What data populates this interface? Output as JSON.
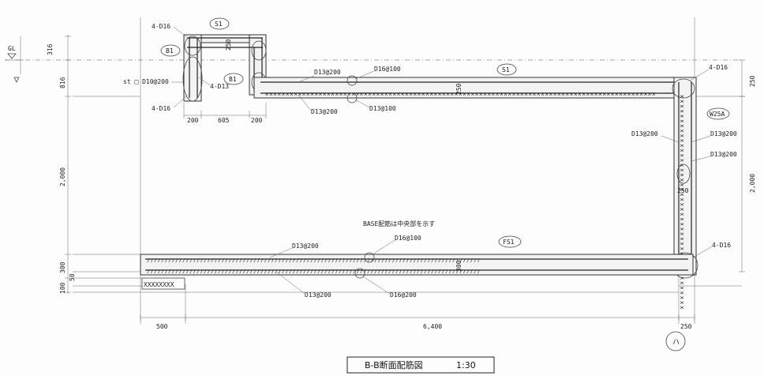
{
  "title": "B-B断面配筋図",
  "scale": "1:30",
  "note": "BASE配筋は中央部を示す",
  "gl_label": "GL",
  "marks": {
    "s1_top": "S1",
    "s1_main": "S1",
    "b1_outer": "B1",
    "b1_inner": "B1",
    "w25a": "W25A",
    "fs1": "FS1",
    "grid": "ハ"
  },
  "rebar": {
    "beam_4d16_top": "4-D16",
    "beam_4d16_bottom": "4-D16",
    "beam_4d13": "4-D13",
    "beam_stirrup": "st □ D10@200",
    "slab_top_d13": "D13@200",
    "slab_top_d16": "D16@100",
    "slab_bot_d13": "D13@200",
    "slab_bot_d13b": "D13@100",
    "wall_d13_left": "D13@200",
    "wall_d13_right1": "D13@200",
    "wall_d13_right2": "D13@200",
    "wall_4d16_top": "4-D16",
    "wall_4d16_bottom": "4-D16",
    "base_top_d13": "D13@200",
    "base_top_d16": "D16@100",
    "base_bot_d13": "D13@200",
    "base_bot_d16": "D16@200"
  },
  "dims": {
    "beam_250": "250",
    "beam_w1": "200",
    "beam_w2": "605",
    "beam_w3": "200",
    "slab_250": "250",
    "wall_250": "250",
    "base_300": "300",
    "left_316": "316",
    "left_816": "816",
    "left_2000": "2,000",
    "left_300": "300",
    "left_100": "100",
    "left_50": "50",
    "right_250": "250",
    "right_2000": "2,000",
    "bottom_500": "500",
    "bottom_6400": "6,400",
    "bottom_250": "250"
  }
}
